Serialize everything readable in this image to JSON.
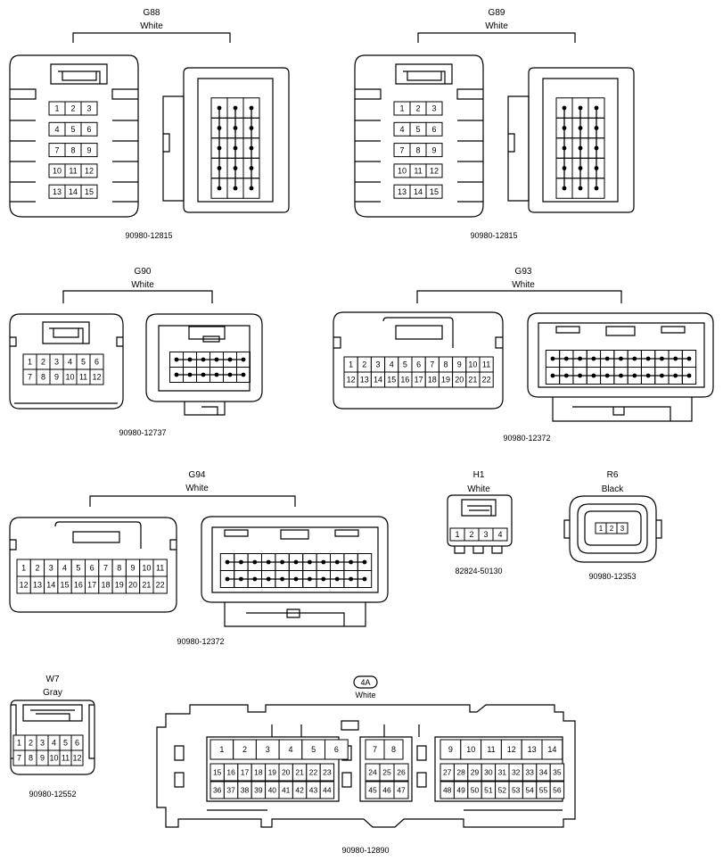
{
  "connectors": {
    "G88": {
      "code": "G88",
      "color": "White",
      "part": "90980-12815"
    },
    "G89": {
      "code": "G89",
      "color": "White",
      "part": "90980-12815"
    },
    "G90": {
      "code": "G90",
      "color": "White",
      "part": "90980-12737"
    },
    "G93": {
      "code": "G93",
      "color": "White",
      "part": "90980-12372"
    },
    "G94": {
      "code": "G94",
      "color": "White",
      "part": "90980-12372"
    },
    "H1": {
      "code": "H1",
      "color": "White",
      "part": "82824-50130"
    },
    "R6": {
      "code": "R6",
      "color": "Black",
      "part": "90980-12353"
    },
    "W7": {
      "code": "W7",
      "color": "Gray",
      "part": "90980-12552"
    },
    "4A": {
      "code": "4A",
      "color": "White",
      "part": "90980-12890"
    }
  },
  "pins": {
    "g88_rows": [
      [
        1,
        2,
        3
      ],
      [
        4,
        5,
        6
      ],
      [
        7,
        8,
        9
      ],
      [
        10,
        11,
        12
      ],
      [
        13,
        14,
        15
      ]
    ],
    "g90_rows": [
      [
        1,
        2,
        3,
        4,
        5,
        6
      ],
      [
        7,
        8,
        9,
        10,
        11,
        12
      ]
    ],
    "g93_rows": [
      [
        1,
        2,
        3,
        4,
        5,
        6,
        7,
        8,
        9,
        10,
        11
      ],
      [
        12,
        13,
        14,
        15,
        16,
        17,
        18,
        19,
        20,
        21,
        22
      ]
    ],
    "h1_row": [
      1,
      2,
      3,
      4
    ],
    "r6_row": [
      1,
      2,
      3
    ],
    "w7_rows": [
      [
        1,
        2,
        3,
        4,
        5,
        6
      ],
      [
        7,
        8,
        9,
        10,
        11,
        12
      ]
    ],
    "a4_top": [
      [
        1,
        2,
        3,
        4,
        5,
        6
      ],
      [
        7,
        8
      ],
      [
        9,
        10,
        11,
        12,
        13,
        14
      ]
    ],
    "a4_mid": [
      [
        15,
        16,
        17,
        18,
        19,
        20,
        21,
        22,
        23
      ],
      [
        24,
        25,
        26
      ],
      [
        27,
        28,
        29,
        30,
        31,
        32,
        33,
        34,
        35
      ]
    ],
    "a4_bot": [
      [
        36,
        37,
        38,
        39,
        40,
        41,
        42,
        43,
        44
      ],
      [
        45,
        46,
        47
      ],
      [
        48,
        49,
        50,
        51,
        52,
        53,
        54,
        55,
        56
      ]
    ]
  }
}
